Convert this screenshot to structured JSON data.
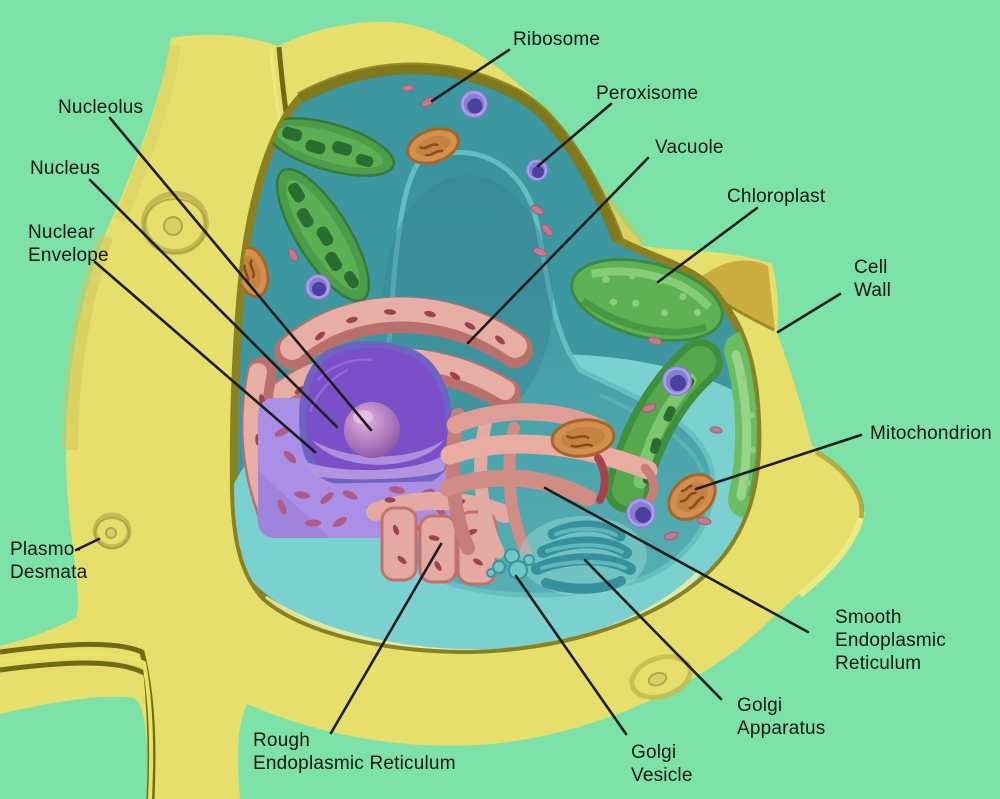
{
  "figure": {
    "type": "diagram",
    "subject": "Plant cell cutaway anatomy"
  },
  "colors": {
    "background": "#7de2a7",
    "cell_wall": "#e7df6c",
    "cell_wall_shadow": "#c9ab3d",
    "membrane": "#8a8122",
    "cytoplasm_dark": "#3d97a0",
    "cytosol_light": "#7bd1d0",
    "vacuole": "#47a0aa",
    "nucleus_block": "#ab8ee5",
    "nucleoplasm": "#7a4fc8",
    "nucleolus": "#a86fb8",
    "rough_er": "#e4a9a2",
    "er_spot": "#9c4350",
    "golgi": "#35929c",
    "chloroplast": "#55a84b",
    "mitochondrion": "#d09150",
    "peroxisome": "#4b3f9f",
    "label_text": "#161616",
    "leader_line": "#1d1d1d"
  },
  "labels": [
    {
      "id": "nucleolus",
      "text": "Nucleolus"
    },
    {
      "id": "nucleus",
      "text": "Nucleus"
    },
    {
      "id": "nuclear-envelope",
      "text": "Nuclear\nEnvelope"
    },
    {
      "id": "plasmodesmata",
      "text": "Plasmo-\nDesmata"
    },
    {
      "id": "ribosome",
      "text": "Ribosome"
    },
    {
      "id": "peroxisome",
      "text": "Peroxisome"
    },
    {
      "id": "vacuole",
      "text": "Vacuole"
    },
    {
      "id": "chloroplast",
      "text": "Chloroplast"
    },
    {
      "id": "cell-wall",
      "text": "Cell\nWall"
    },
    {
      "id": "mitochondrion",
      "text": "Mitochondrion"
    },
    {
      "id": "smooth-er",
      "text": "Smooth\nEndoplasmic\nReticulum"
    },
    {
      "id": "golgi-apparatus",
      "text": "Golgi\nApparatus"
    },
    {
      "id": "golgi-vesicle",
      "text": "Golgi\nVesicle"
    },
    {
      "id": "rough-er",
      "text": "Rough\nEndoplasmic Reticulum"
    }
  ]
}
